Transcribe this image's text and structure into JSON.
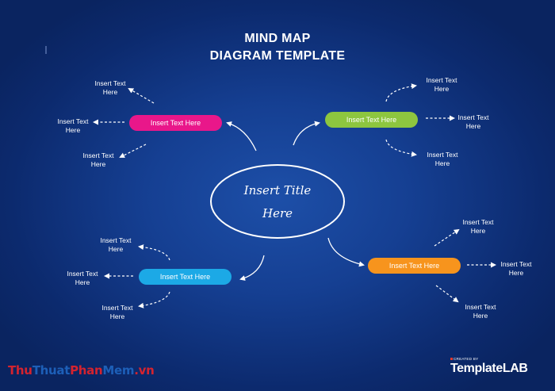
{
  "title": {
    "line1": "MIND MAP",
    "line2": "DIAGRAM TEMPLATE"
  },
  "center": {
    "text": "Insert  Title\nHere"
  },
  "colors": {
    "pink": "#e9178a",
    "green": "#8dc63f",
    "blue": "#1ca9e6",
    "orange": "#f7941d",
    "background": "#153f92"
  },
  "branches": {
    "top_left": {
      "label": "Insert Text Here",
      "leaves": [
        "Insert Text\nHere",
        "Insert Text\nHere",
        "Insert Text\nHere"
      ]
    },
    "top_right": {
      "label": "Insert Text Here",
      "leaves": [
        "Insert Text\nHere",
        "Insert Text\nHere",
        "Insert Text\nHere"
      ]
    },
    "bottom_left": {
      "label": "Insert Text Here",
      "leaves": [
        "Insert Text\nHere",
        "Insert Text\nHere",
        "Insert Text\nHere"
      ]
    },
    "bottom_right": {
      "label": "Insert Text Here",
      "leaves": [
        "Insert Text\nHere",
        "Insert Text\nHere",
        "Insert Text\nHere"
      ]
    }
  },
  "watermarks": {
    "left_parts": [
      "Thu",
      "Thuat",
      "Phan",
      "Mem",
      ".vn"
    ],
    "right_small": "CREATED BY",
    "right_template": "Template",
    "right_lab": "LAB"
  }
}
